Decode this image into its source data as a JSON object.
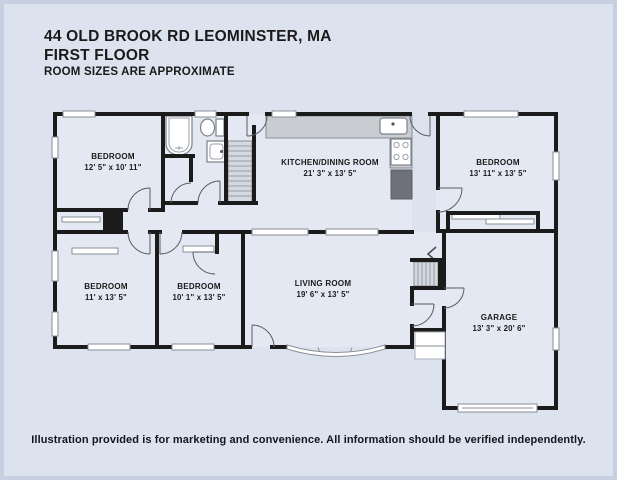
{
  "title": {
    "line1": "44 OLD BROOK RD LEOMINSTER, MA",
    "line2": "FIRST FLOOR",
    "line3": "ROOM SIZES ARE APPROXIMATE"
  },
  "disclaimer": "Illustration provided is for marketing and convenience. All information should be verified independently.",
  "colors": {
    "background": "#dce2ee",
    "frame_edge": "#c7d0e2",
    "wall": "#1b1b1b",
    "room_fill": "#e3e8f2",
    "fixture_white": "#ffffff",
    "counter_gray": "#c9ccd1",
    "appliance_dark": "#6e7177",
    "stairs_fill": "#d4d8df",
    "text": "#1a1a1a"
  },
  "rooms": [
    {
      "id": "bedroom-top-left",
      "name": "BEDROOM",
      "dims": "12' 5\" x 10' 11\""
    },
    {
      "id": "kitchen-dining",
      "name": "KITCHEN/DINING ROOM",
      "dims": "21' 3\" x 13' 5\""
    },
    {
      "id": "bedroom-top-right",
      "name": "BEDROOM",
      "dims": "13' 11\" x 13' 5\""
    },
    {
      "id": "bedroom-bottom-left",
      "name": "BEDROOM",
      "dims": "11' x 13' 5\""
    },
    {
      "id": "bedroom-bottom-mid",
      "name": "BEDROOM",
      "dims": "10' 1\" x 13' 5\""
    },
    {
      "id": "living-room",
      "name": "LIVING ROOM",
      "dims": "19' 6\" x 13' 5\""
    },
    {
      "id": "garage",
      "name": "GARAGE",
      "dims": "13' 3\" x 20' 6\""
    }
  ],
  "fixtures": [
    "bathtub",
    "toilet",
    "sink-vanity",
    "kitchen-sink",
    "stove",
    "refrigerator",
    "main-staircase",
    "basement-stairs",
    "chimney",
    "bow-window",
    "garage-door",
    "closet-sliding-doors",
    "entry-stoop"
  ]
}
